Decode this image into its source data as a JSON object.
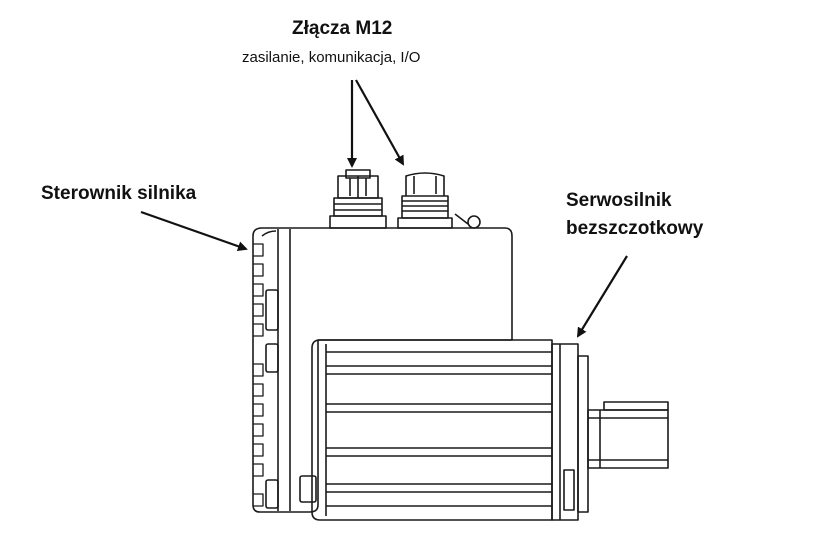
{
  "labels": {
    "connectors_title": "Złącza M12",
    "connectors_sub": "zasilanie, komunikacja, I/O",
    "controller": "Sterownik silnika",
    "servo_line1": "Serwosilnik",
    "servo_line2": "bezszczotkowy"
  },
  "colors": {
    "line": "#1a1a1a",
    "background": "#ffffff"
  },
  "icons": [
    "arrow-icon",
    "m12-connector-icon"
  ]
}
